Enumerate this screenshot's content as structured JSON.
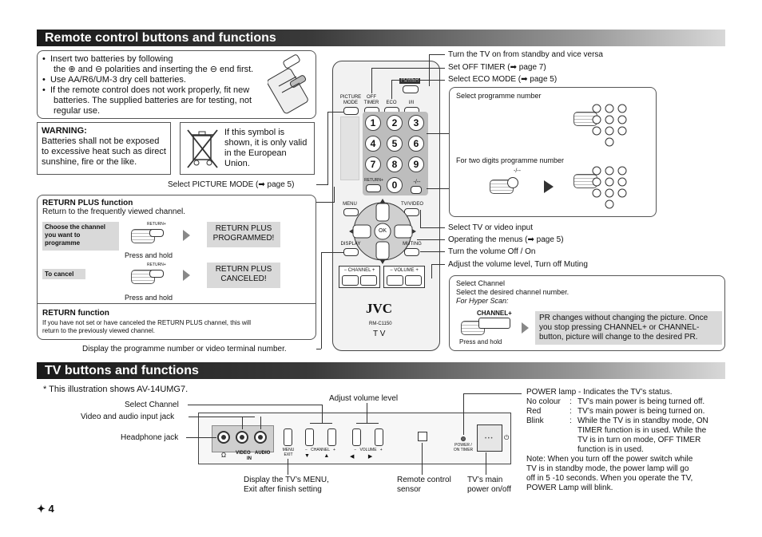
{
  "remote_section": {
    "title": "Remote control buttons and functions",
    "battery_notes": [
      "Insert two batteries by following",
      "the ⊕ and ⊖ polarities and inserting the ⊖ end first.",
      "Use AA/R6/UM-3 dry cell batteries.",
      "If the remote control does not work properly, fit new",
      "batteries. The supplied batteries are for testing, not",
      "regular use."
    ],
    "warning_title": "WARNING:",
    "warning_lines": [
      "Batteries shall not be exposed",
      "to excessive heat such as direct",
      "sunshine, fire or the like."
    ],
    "symbol_lines": [
      "If this symbol is",
      "shown, it is only valid",
      "in the European",
      "Union."
    ],
    "select_picture_mode": "Select PICTURE MODE (➡ page 5)",
    "return_plus_title": "RETURN PLUS function",
    "return_plus_desc": "Return to the frequently viewed channel.",
    "choose_channel": [
      "Choose the channel",
      "you want to",
      "programme"
    ],
    "return_label": "RETURN+",
    "press_and_hold": "Press and hold",
    "programmed": [
      "RETURN PLUS",
      "PROGRAMMED!"
    ],
    "to_cancel": "To cancel",
    "canceled": [
      "RETURN PLUS",
      "CANCELED!"
    ],
    "return_function_title": "RETURN function",
    "return_function_lines": [
      "If you have not set or have canceled the RETURN PLUS channel, this will",
      "return to the previously viewed channel."
    ],
    "display_note": "Display the programme number or video terminal number.",
    "callouts": {
      "power": "Turn the TV on from standby and vice versa",
      "off_timer": "Set OFF TIMER (➡ page 7)",
      "eco": "Select ECO MODE (➡ page 5)",
      "tv_video": "Select TV or video input",
      "menus": "Operating the menus (➡ page 5)",
      "muting": "Turn the volume Off / On",
      "volume": "Adjust the volume level, Turn off Muting"
    },
    "prog_box": {
      "title": "Select programme number",
      "two_digits": "For two digits programme number",
      "dash_label": "-/--"
    },
    "channel_box": {
      "title": "Select Channel",
      "line2": "Select the desired channel number.",
      "hyper": "For Hyper Scan:",
      "channel_label": "CHANNEL+",
      "press_hold": "Press and hold",
      "desc": [
        "PR changes without changing the picture. Once",
        "you stop pressing CHANNEL+ or CHANNEL-",
        "button, picture will change to the desired PR."
      ]
    },
    "remote": {
      "power": "POWER",
      "picture_mode": [
        "PICTURE",
        "MODE"
      ],
      "off_timer": [
        "OFF",
        "TIMER"
      ],
      "eco": "ECO",
      "ie": "I/II",
      "keys": [
        "1",
        "2",
        "3",
        "4",
        "5",
        "6",
        "7",
        "8",
        "9",
        "0"
      ],
      "return": "RETURN+",
      "dash": "-/--",
      "menu": "MENU",
      "tv_video": "TV/VIDEO",
      "ok": "OK",
      "display": "DISPLAY",
      "muting": "MUTING",
      "channel": "CHANNEL",
      "volume": "VOLUME",
      "brand": "JVC",
      "model": "RM-C1150",
      "tv": "T V"
    }
  },
  "tv_section": {
    "title": "TV buttons and functions",
    "illustration_note": "* This illustration shows AV-14UMG7.",
    "labels": {
      "select_channel": "Select Channel",
      "video_audio": "Video and audio input jack",
      "adjust_volume": "Adjust volume level",
      "headphone": "Headphone jack",
      "display_menu": [
        "Display the TV’s MENU,",
        "Exit after finish setting"
      ],
      "remote_sensor": [
        "Remote control",
        "sensor"
      ],
      "main_power": [
        "TV’s main",
        "power on/off"
      ]
    },
    "panel": {
      "headphone": "Ω",
      "video": "VIDEO",
      "audio": "AUDIO",
      "in": "IN",
      "menu_exit": [
        "MENU",
        "EXIT"
      ],
      "channel": "CHANNEL",
      "volume": "VOLUME",
      "power_timer": [
        "POWER /",
        "ON TIMER"
      ]
    },
    "power_lamp": {
      "title": "POWER lamp - Indicates the TV’s status.",
      "rows": [
        {
          "key": "No colour",
          "val": [
            "TV’s main power is being turned off."
          ]
        },
        {
          "key": "Red",
          "val": [
            "TV’s main power is being turned on."
          ]
        },
        {
          "key": "Blink",
          "val": [
            "While the TV is in standby mode, ON",
            "TIMER function is in used. While the",
            "TV is in turn on mode, OFF TIMER",
            "function is in used."
          ]
        }
      ],
      "note": [
        "Note: When you turn off the power switch while",
        "TV is in standby mode, the power lamp will go",
        "off in 5 -10 seconds. When you operate the TV,",
        "POWER Lamp will blink."
      ]
    }
  },
  "page_number": "4"
}
